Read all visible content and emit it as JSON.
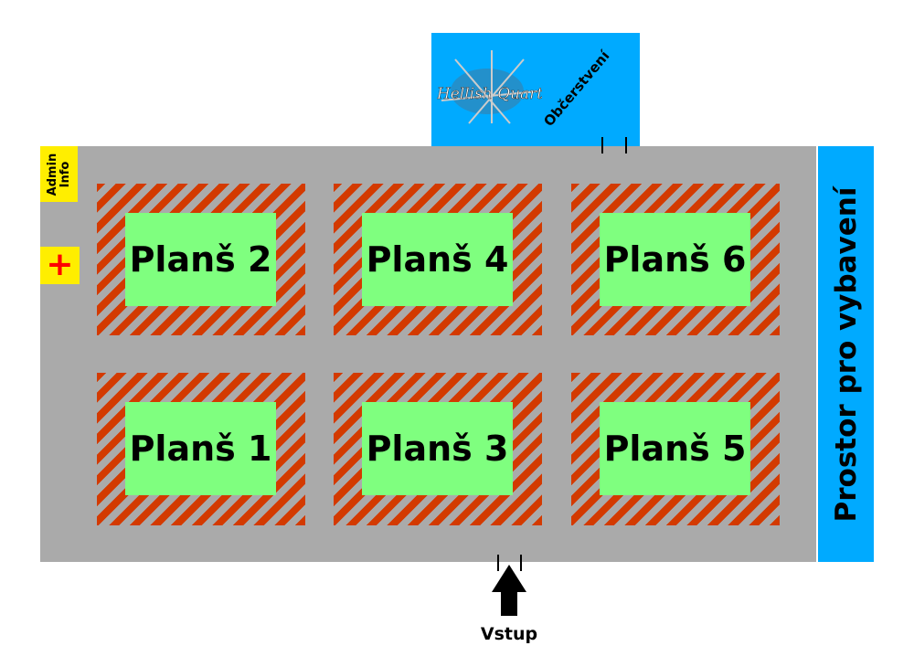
{
  "refreshments": {
    "label": "Občerstvení",
    "logo_text": "Hellish Quart"
  },
  "equipment_area": {
    "label": "Prostor pro vybavení"
  },
  "admin": {
    "label_line1": "Admin",
    "label_line2": "Info"
  },
  "first_aid": {
    "symbol": "+"
  },
  "arenas": [
    {
      "label": "Planš 2"
    },
    {
      "label": "Planš 4"
    },
    {
      "label": "Planš 6"
    },
    {
      "label": "Planš 1"
    },
    {
      "label": "Planš 3"
    },
    {
      "label": "Planš 5"
    }
  ],
  "entrance": {
    "label": "Vstup"
  },
  "colors": {
    "hall": "#aaaaaa",
    "blue": "#00aaff",
    "field": "#7fff7f",
    "stripe": "#d33a00",
    "yellow": "#ffee00"
  }
}
